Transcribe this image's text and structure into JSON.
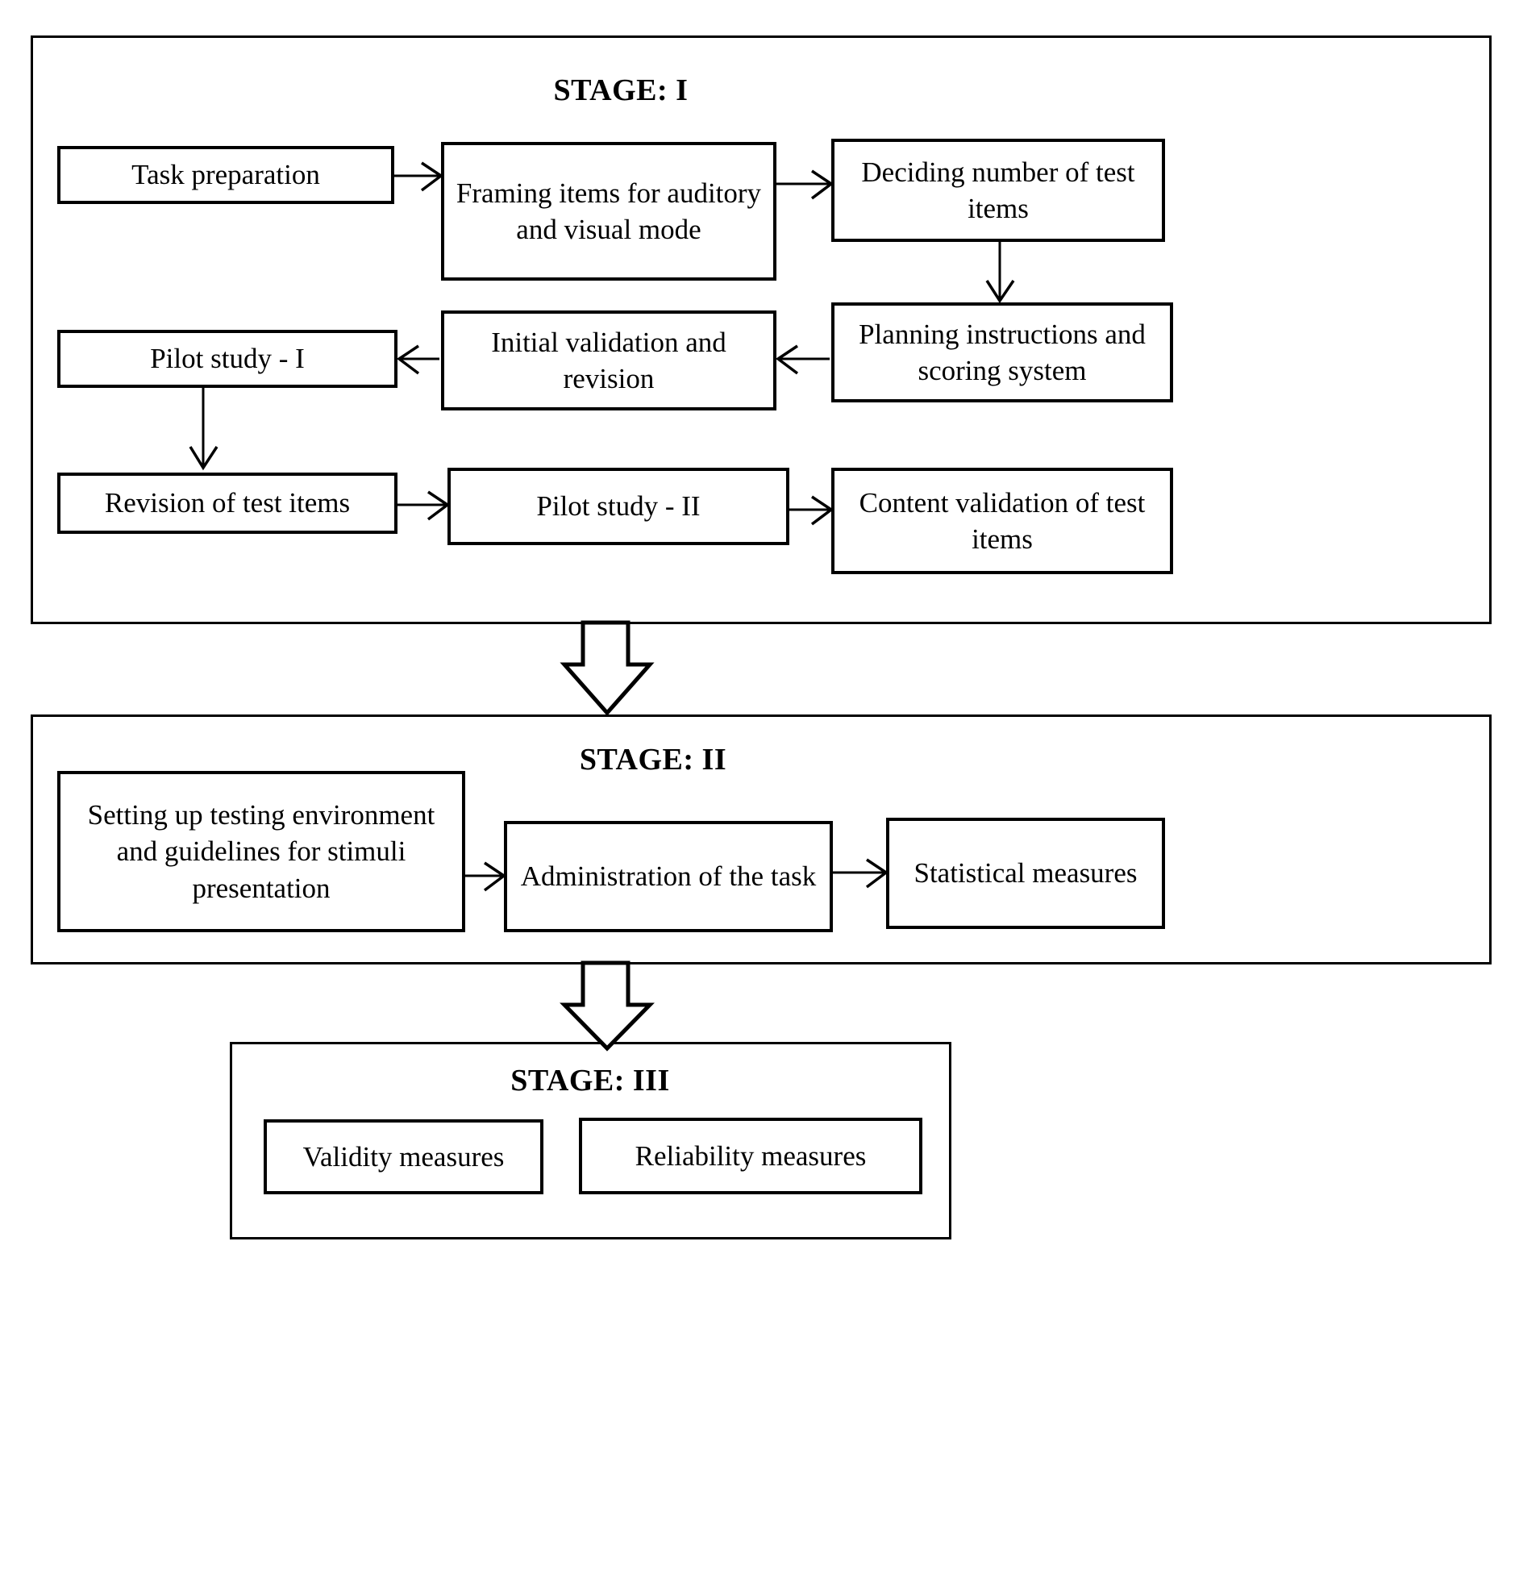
{
  "diagram": {
    "title_visible": false,
    "stages": [
      {
        "id": "stage-1",
        "label": "STAGE: I",
        "nodes": [
          {
            "id": "task-preparation",
            "label": "Task preparation"
          },
          {
            "id": "framing-items",
            "label": "Framing items for auditory and visual mode"
          },
          {
            "id": "deciding-number",
            "label": "Deciding number of test items"
          },
          {
            "id": "planning-instructions",
            "label": "Planning instructions and scoring system"
          },
          {
            "id": "initial-validation",
            "label": "Initial validation and revision"
          },
          {
            "id": "pilot-study-1",
            "label": "Pilot study - I"
          },
          {
            "id": "revision-test-items",
            "label": "Revision of test items"
          },
          {
            "id": "pilot-study-2",
            "label": "Pilot study - II"
          },
          {
            "id": "content-validation",
            "label": "Content validation of test items"
          }
        ]
      },
      {
        "id": "stage-2",
        "label": "STAGE: II",
        "nodes": [
          {
            "id": "setting-up-environment",
            "label": "Setting up testing environment and guidelines for stimuli presentation"
          },
          {
            "id": "administration-task",
            "label": "Administration of the task"
          },
          {
            "id": "statistical-measures",
            "label": "Statistical measures"
          }
        ]
      },
      {
        "id": "stage-3",
        "label": "STAGE: III",
        "nodes": [
          {
            "id": "validity-measures",
            "label": "Validity measures"
          },
          {
            "id": "reliability-measures",
            "label": "Reliability measures"
          }
        ]
      }
    ],
    "colors": {
      "stroke": "#000000",
      "background": "#ffffff"
    }
  }
}
